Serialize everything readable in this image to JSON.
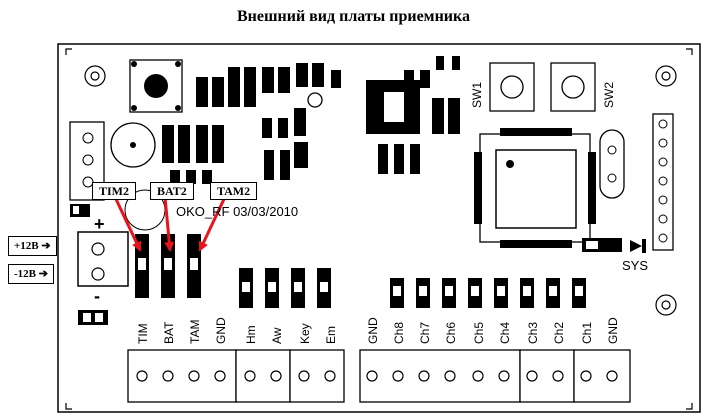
{
  "title": "Внешний вид платы приемника",
  "callouts": [
    "TIM2",
    "BAT2",
    "TAM2"
  ],
  "power_labels": [
    "+12В",
    "-12В"
  ],
  "silk": {
    "board_id": "OKO_RF 03/03/2010",
    "sw1": "SW1",
    "sw2": "SW2",
    "sys": "SYS",
    "plus": "+",
    "minus": "-"
  },
  "terminal_labels": [
    "TIM",
    "BAT",
    "TAM",
    "GND",
    "Hm",
    "Aw",
    "Key",
    "Em",
    "GND",
    "Ch8",
    "Ch7",
    "Ch6",
    "Ch5",
    "Ch4",
    "Ch3",
    "Ch2",
    "Ch1",
    "GND"
  ],
  "colors": {
    "arrow": "#e8141c",
    "ink": "#000000"
  }
}
